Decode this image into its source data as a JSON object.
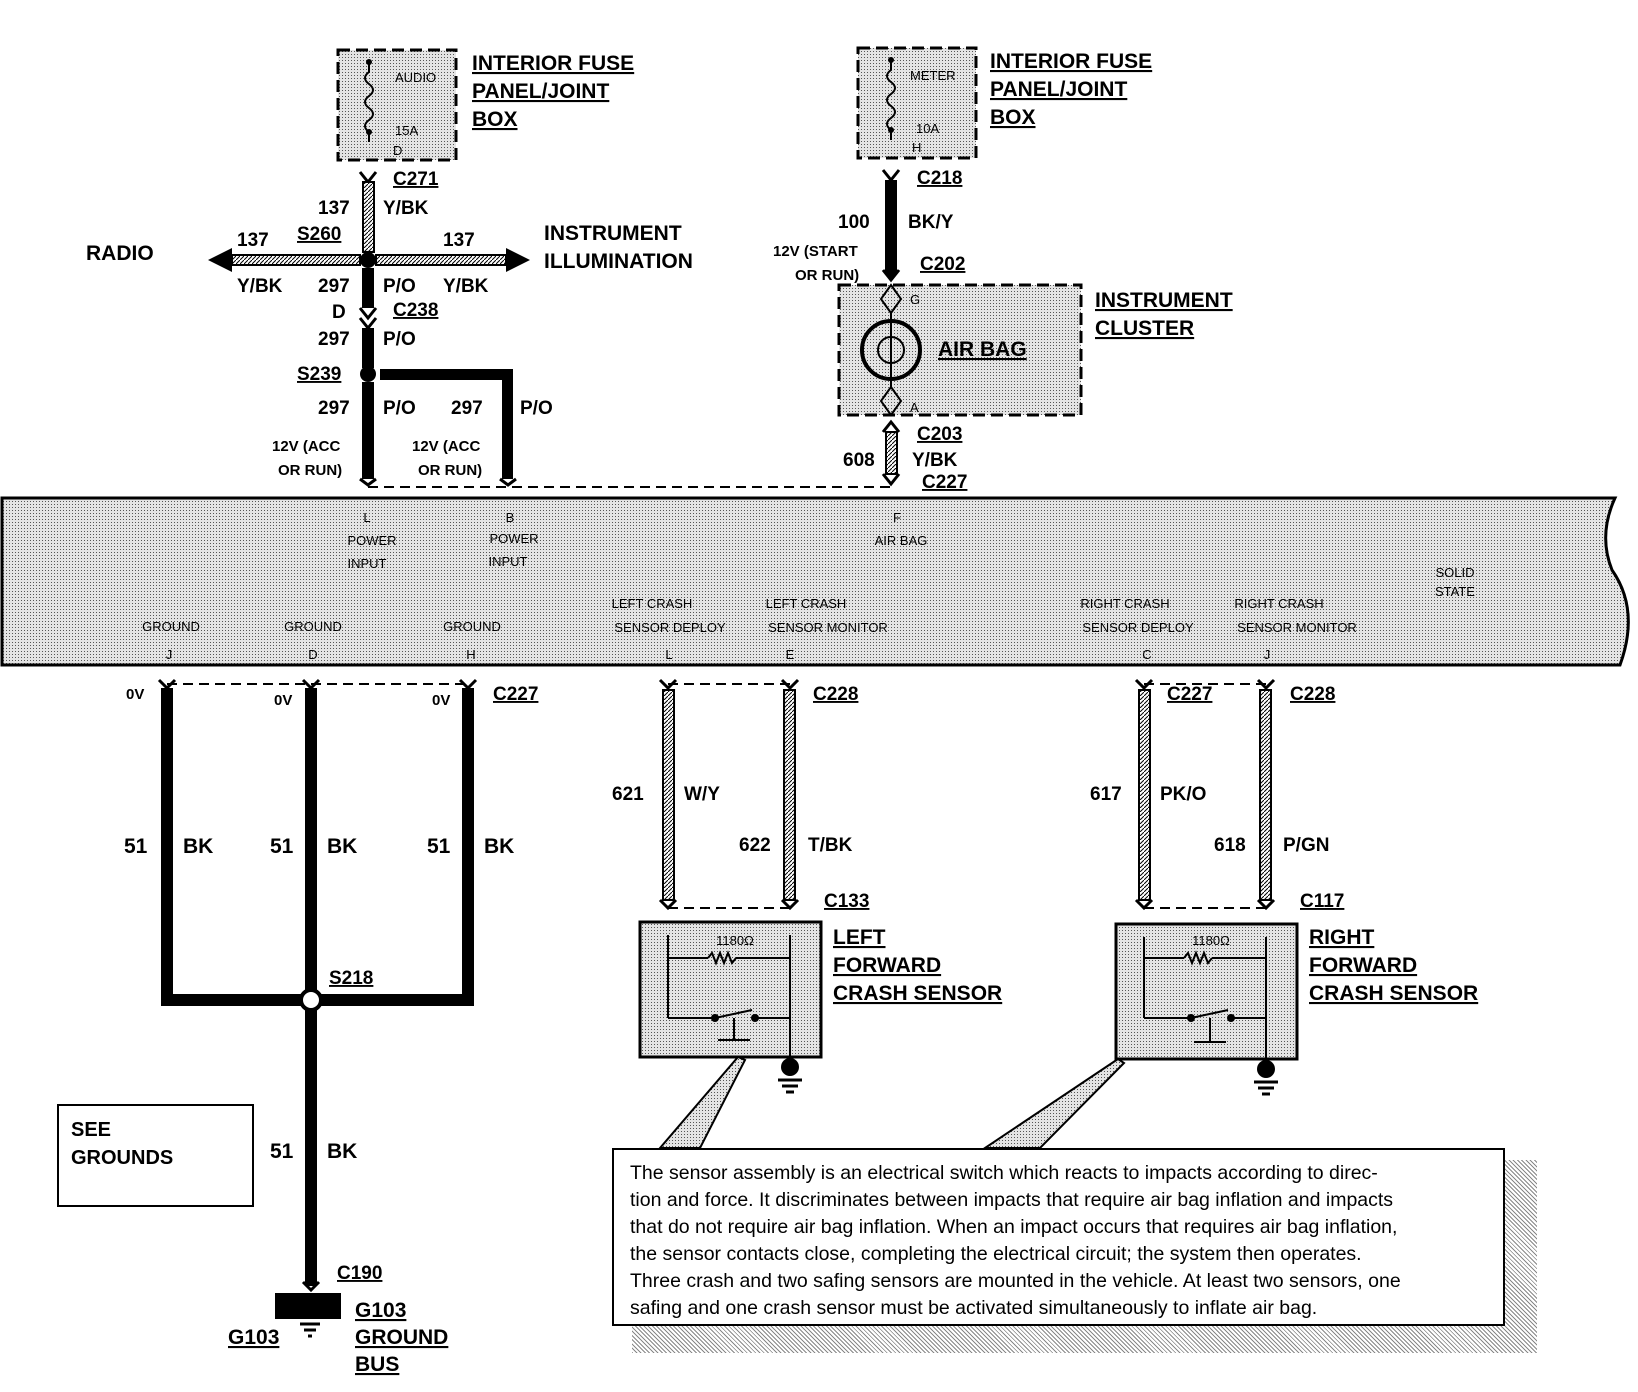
{
  "fuse_left": {
    "title": [
      "INTERIOR FUSE",
      "PANEL/JOINT",
      "BOX"
    ],
    "fuse_name": "AUDIO",
    "rating": "15A",
    "pin": "D"
  },
  "fuse_right": {
    "title": [
      "INTERIOR FUSE",
      "PANEL/JOINT",
      "BOX"
    ],
    "fuse_name": "METER",
    "rating": "10A",
    "pin": "H"
  },
  "connectors": {
    "c271": "C271",
    "c218": "C218",
    "c202": "C202",
    "c238": "C238",
    "c203": "C203",
    "c227_top": "C227",
    "c227_gnd": "C227",
    "c228_left": "C228",
    "c227_right": "C227",
    "c228_right": "C228",
    "c133": "C133",
    "c117": "C117",
    "c190": "C190"
  },
  "splices": {
    "s260": "S260",
    "s239": "S239",
    "s218": "S218"
  },
  "wires": {
    "w137": "137",
    "w137_color": "Y/BK",
    "w297": "297",
    "w297_color": "P/O",
    "w100": "100",
    "w100_color": "BK/Y",
    "w608": "608",
    "w608_color": "Y/BK",
    "w51": "51",
    "w51_color": "BK",
    "w621": "621",
    "w621_color": "W/Y",
    "w622": "622",
    "w622_color": "T/BK",
    "w617": "617",
    "w617_color": "PK/O",
    "w618": "618",
    "w618_color": "P/GN"
  },
  "labels": {
    "radio": "RADIO",
    "instrument_illumination": [
      "INSTRUMENT",
      "ILLUMINATION"
    ],
    "instrument_cluster": [
      "INSTRUMENT",
      "CLUSTER"
    ],
    "air_bag": "AIR BAG",
    "pin_d": "D",
    "twelve_v_start": [
      "12V (START",
      "OR RUN)"
    ],
    "twelve_v_acc": [
      "12V (ACC",
      "OR RUN)"
    ],
    "zero_v": "0V",
    "cluster_pin_g": "G",
    "cluster_pin_a": "A"
  },
  "module": {
    "pins_top": [
      {
        "pin": "L",
        "name": [
          "POWER",
          "INPUT"
        ]
      },
      {
        "pin": "B",
        "name": [
          "POWER",
          "INPUT"
        ]
      },
      {
        "pin": "F",
        "name": [
          "AIR BAG"
        ]
      }
    ],
    "solid_state": [
      "SOLID",
      "STATE"
    ],
    "pins_bottom": [
      {
        "pin": "J",
        "name": [
          "GROUND"
        ]
      },
      {
        "pin": "D",
        "name": [
          "GROUND"
        ]
      },
      {
        "pin": "H",
        "name": [
          "GROUND"
        ]
      },
      {
        "pin": "L",
        "name": [
          "LEFT CRASH",
          "SENSOR DEPLOY"
        ]
      },
      {
        "pin": "E",
        "name": [
          "LEFT CRASH",
          "SENSOR MONITOR"
        ]
      },
      {
        "pin": "C",
        "name": [
          "RIGHT CRASH",
          "SENSOR DEPLOY"
        ]
      },
      {
        "pin": "J",
        "name": [
          "RIGHT CRASH",
          "SENSOR MONITOR"
        ]
      }
    ]
  },
  "sensors": {
    "left": [
      "LEFT",
      "FORWARD",
      "CRASH SENSOR"
    ],
    "right": [
      "RIGHT",
      "FORWARD",
      "CRASH SENSOR"
    ],
    "resistance": "1180Ω"
  },
  "ground": {
    "g103": "G103",
    "bus": [
      "G103",
      "GROUND",
      "BUS"
    ],
    "see_grounds": [
      "SEE",
      "GROUNDS"
    ]
  },
  "note": [
    "The sensor assembly is an electrical switch which reacts to impacts according to direc-",
    "tion and force. It discriminates between impacts that require air bag inflation and impacts",
    "that do not require air bag inflation. When an impact occurs that requires air bag inflation,",
    "the sensor contacts close, completing the electrical circuit; the system then operates.",
    "Three crash and two safing sensors are mounted in the vehicle. At least two sensors, one",
    "safing and one crash sensor must be activated simultaneously to inflate air bag."
  ]
}
